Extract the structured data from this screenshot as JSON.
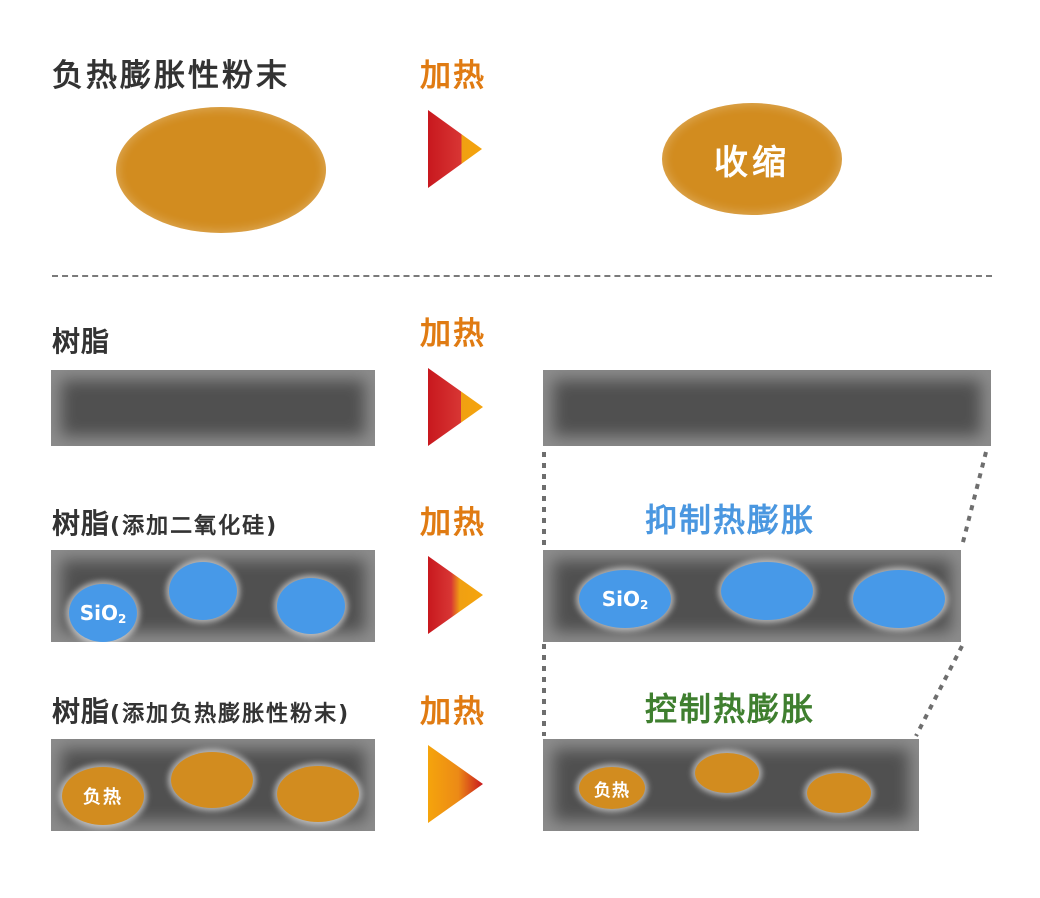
{
  "colors": {
    "title_text": "#333333",
    "heat_label": "#e07b12",
    "powder_orange": "#d28c1f",
    "silica_blue": "#4799e8",
    "resin_gray": "#505050",
    "suppress_blue": "#4a97e0",
    "control_green": "#3f7f2f",
    "arrow_red": "#c8181e",
    "arrow_orange": "#f5a40c"
  },
  "top": {
    "title": "负热膨胀性粉末",
    "heat_label": "加热",
    "result_label": "收缩"
  },
  "rows": [
    {
      "label": "树脂",
      "label_suffix": "",
      "heat_label": "加热"
    },
    {
      "label": "树脂",
      "label_suffix": "(添加二氧化硅)",
      "heat_label": "加热",
      "particle_label_main": "SiO",
      "particle_label_sub": "2",
      "result_note": "抑制热膨胀"
    },
    {
      "label": "树脂",
      "label_suffix": "(添加负热膨胀性粉末)",
      "heat_label": "加热",
      "particle_label": "负热",
      "result_note": "控制热膨胀"
    }
  ],
  "icons": {
    "heat_arrow": "gradient-triangle-right-icon"
  }
}
